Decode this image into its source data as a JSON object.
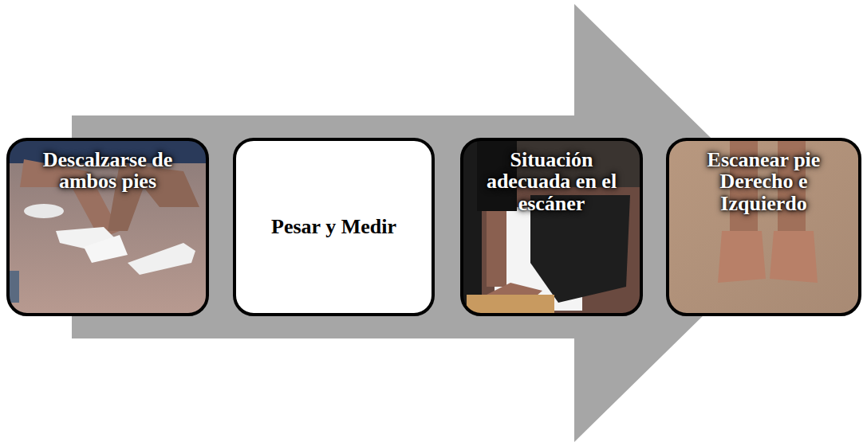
{
  "diagram": {
    "nodes": [
      {
        "text": [
          "Descalzarse de ambos pies"
        ]
      },
      {
        "text": [
          "Pesar y Medir"
        ]
      },
      {
        "text": [
          "Situación adecuada en el escáner"
        ]
      },
      {
        "text": [
          "Escanear pie Derecho e Izquierdo"
        ]
      }
    ]
  }
}
